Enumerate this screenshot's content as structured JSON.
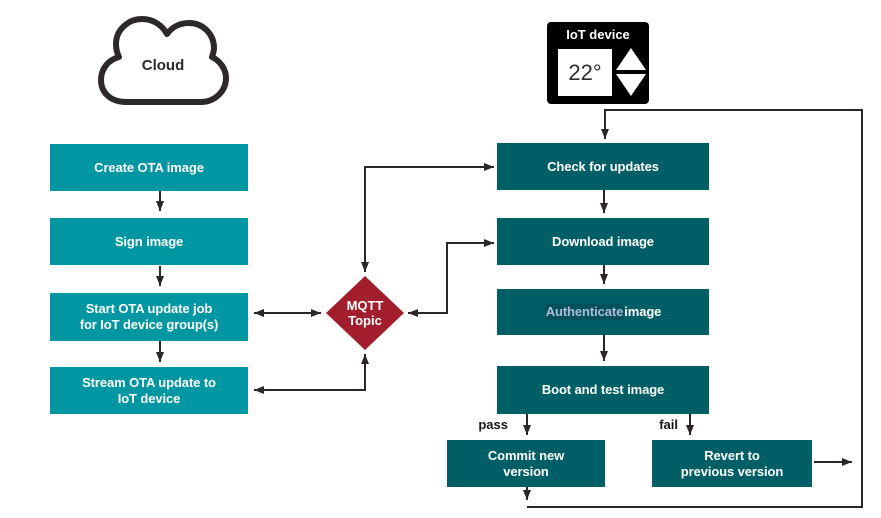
{
  "diagram": {
    "cloud_label": "Cloud",
    "iot_device": {
      "label": "IoT device",
      "temperature": "22°"
    },
    "mqtt": {
      "label": "MQTT\nTopic"
    },
    "cloud_flow": [
      {
        "label": "Create OTA image"
      },
      {
        "label": "Sign image"
      },
      {
        "label": "Start OTA update job\nfor IoT device group(s)"
      },
      {
        "label": "Stream OTA update to\nIoT device"
      }
    ],
    "device_flow": [
      {
        "label": "Check for updates"
      },
      {
        "label": "Download image"
      },
      {
        "label_highlight": "Authenticate",
        "label_rest": " image"
      },
      {
        "label": "Boot and test image"
      }
    ],
    "outcomes": {
      "pass_label": "pass",
      "fail_label": "fail",
      "commit_label": "Commit new\nversion",
      "revert_label": "Revert to\nprevious version"
    },
    "colors": {
      "cloud_box": "#0097A3",
      "device_box": "#005F66",
      "mqtt_diamond": "#A21E2C",
      "connector": "#2B2728",
      "authenticate_text": "#AEBBDC",
      "device_icon_bg": "#000000"
    }
  }
}
